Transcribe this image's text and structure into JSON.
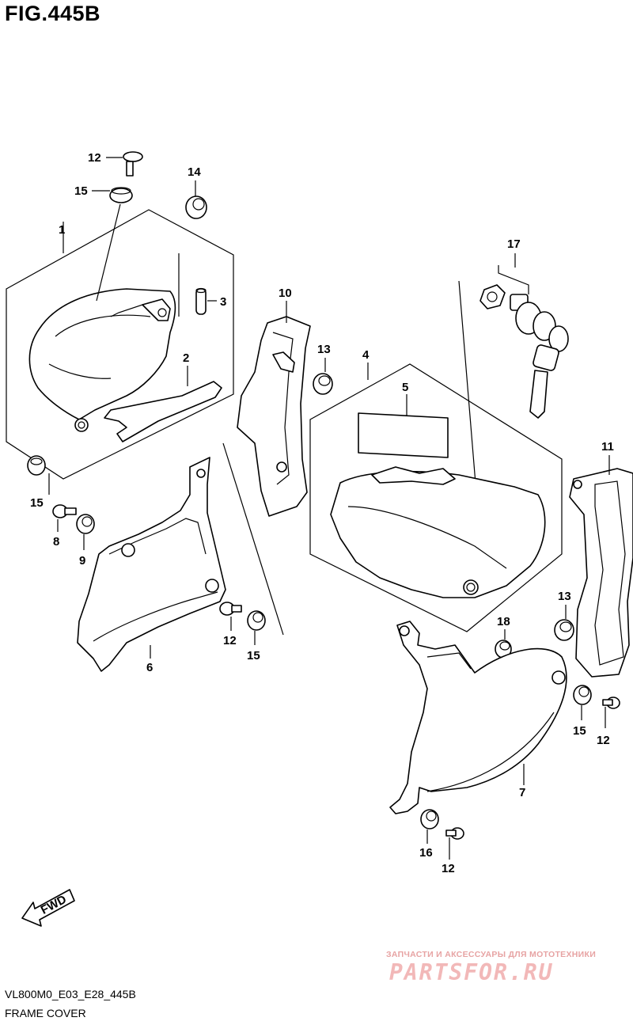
{
  "header": {
    "figure_title": "FIG.445B"
  },
  "footer": {
    "model_code": "VL800M0_E03_E28_445B",
    "section_name": "FRAME COVER"
  },
  "watermark": {
    "caption": "ЗАПЧАСТИ И АКСЕССУАРЫ ДЛЯ МОТОТЕХНИКИ",
    "logo": "PARTSFOR.RU",
    "color": "#f2b8b8"
  },
  "fwd_arrow": {
    "label": "FWD"
  },
  "callouts": {
    "c1": "1",
    "c2": "2",
    "c3": "3",
    "c4": "4",
    "c5": "5",
    "c6": "6",
    "c7": "7",
    "c8": "8",
    "c9": "9",
    "c10": "10",
    "c11": "11",
    "c12a": "12",
    "c12b": "12",
    "c12c": "12",
    "c12d": "12",
    "c13a": "13",
    "c13b": "13",
    "c14": "14",
    "c15a": "15",
    "c15b": "15",
    "c15c": "15",
    "c15d": "15",
    "c16": "16",
    "c17": "17",
    "c18": "18"
  }
}
